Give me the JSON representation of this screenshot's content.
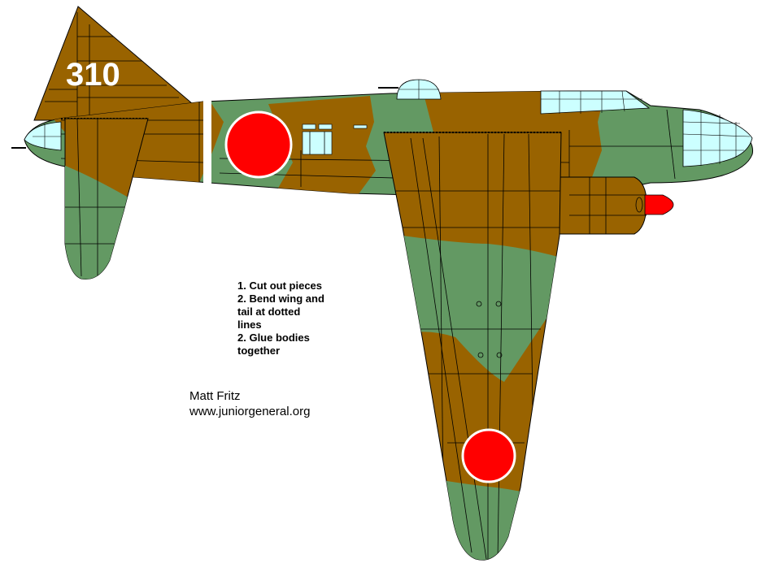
{
  "tail_number": "310",
  "instructions": [
    "1.  Cut out pieces",
    "2.  Bend wing and tail at dotted lines",
    "2.  Glue bodies together"
  ],
  "credit": {
    "author": "Matt Fritz",
    "website": "www.juniorgeneral.org"
  },
  "colors": {
    "brown": "#996300",
    "green": "#639963",
    "hinomaru_red": "#ff0000",
    "glass": "#ccffff",
    "underside": "#c0c0c0"
  }
}
